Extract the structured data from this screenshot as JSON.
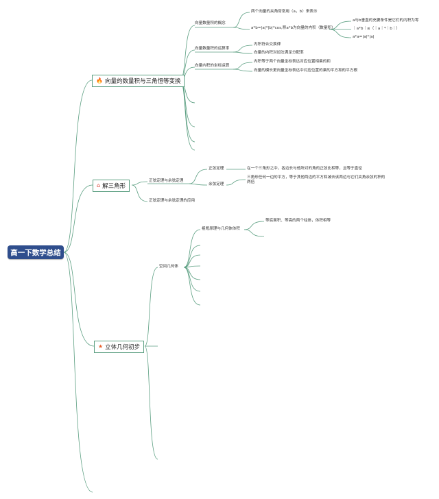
{
  "root": {
    "label": "高一下数学总结"
  },
  "branches": [
    {
      "label": "向量的数量积与三角恒等变换",
      "icon": "flame-icon",
      "icon_glyph": "🔥",
      "icon_color": "#e53d1f",
      "children": [
        {
          "label": "向量数量积的概念",
          "children": [
            {
              "label": "两个向量的夹角常常用〈a，b〉来表示"
            },
            {
              "label": "a*b=|a|*|b|*cos,称a*b为向量的内积（数量积）",
              "children": [
                {
                  "label": "a与b垂直的充要条件是它们的内积为零"
                },
                {
                  "label": "｜a*b｜≤（｜a｜*｜b｜）"
                },
                {
                  "label": "a*a=|a|*|a|"
                }
              ]
            }
          ]
        },
        {
          "label": "向量数量积的运算率",
          "children": [
            {
              "label": "内积符合交换律"
            },
            {
              "label": "向量的内积对加法满足分配率"
            }
          ]
        },
        {
          "label": "向量内积的坐标运算",
          "children": [
            {
              "label": "内积等于两个向量坐标表达对应位置相乘的和"
            },
            {
              "label": "向量的模长更向量坐标表达中对应位置的乘的平方和的平方根"
            }
          ]
        }
      ]
    },
    {
      "label": "解三角形",
      "icon": "house-icon",
      "icon_glyph": "⌂",
      "icon_color": "#d93a2b",
      "children": [
        {
          "label": "正弦定理与余弦定理",
          "children": [
            {
              "label": "正弦定理",
              "children": [
                {
                  "label": "在一个三角形之中，各边长与他所对的角的正弦比相等，且等于直径"
                }
              ]
            },
            {
              "label": "余弦定理",
              "children": [
                {
                  "label": "三角形任何一边的平方，等于其他两边的平方和减去该两边与它们夹角余弦的积的两倍"
                }
              ]
            }
          ]
        },
        {
          "label": "正弦定理与余弦定理的应用"
        }
      ]
    },
    {
      "label": "立体几何初步",
      "icon": "star-icon",
      "icon_glyph": "★",
      "icon_color": "#e8602c",
      "children": [
        {
          "label": "空间几何体",
          "children": [
            {
              "label": "祖暅原理与几何体体积",
              "children": [
                {
                  "label": "等底面积、等高的两个柱体，体积相等"
                }
              ]
            }
          ]
        }
      ]
    }
  ],
  "colors": {
    "link": "#5a9e80",
    "root_fill": "#2f4e8d",
    "branch_border": "#5a9e80"
  }
}
